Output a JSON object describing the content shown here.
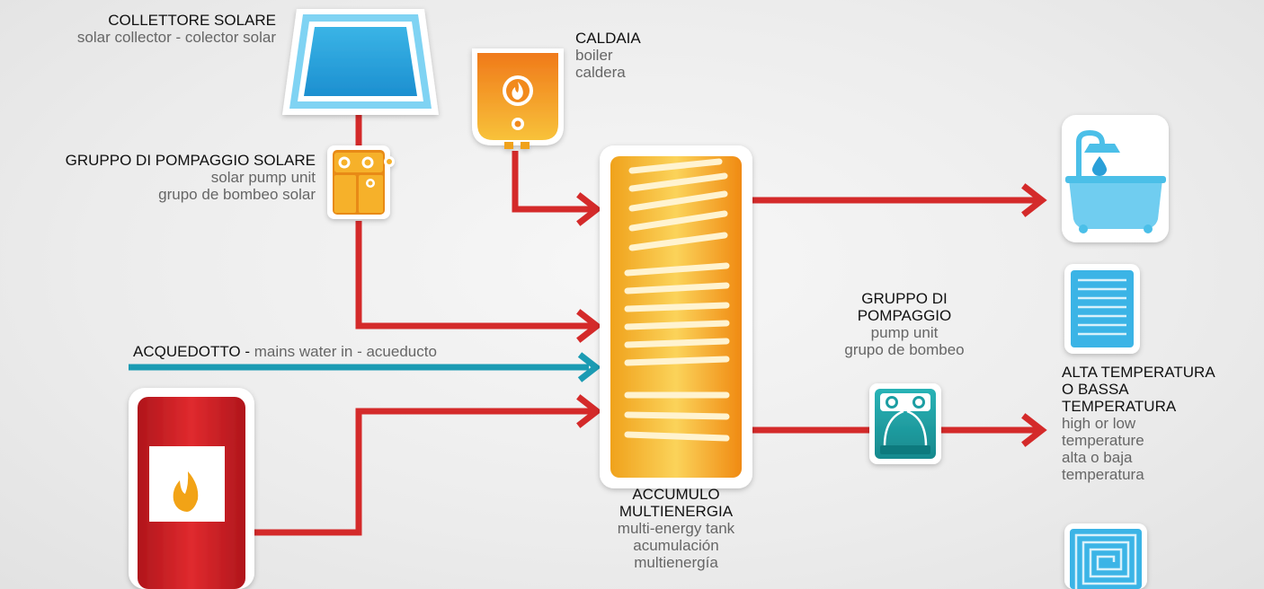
{
  "labels": {
    "solar_collector": {
      "title": "COLLETTORE SOLARE",
      "subtitle": "solar collector - colector solar"
    },
    "boiler": {
      "title": "CALDAIA",
      "sub1": "boiler",
      "sub2": "caldera"
    },
    "solar_pump": {
      "title": "GRUPPO DI POMPAGGIO SOLARE",
      "sub1": "solar pump unit",
      "sub2": "grupo de bombeo solar"
    },
    "mains": {
      "title": "ACQUEDOTTO -",
      "subtitle": "mains water in - acueducto"
    },
    "pump_unit": {
      "title1": "GRUPPO DI",
      "title2": "POMPAGGIO",
      "sub1": "pump unit",
      "sub2": "grupo de bombeo"
    },
    "temperature": {
      "title1": "ALTA TEMPERATURA",
      "title2": "O BASSA",
      "title3": "TEMPERATURA",
      "sub1": "high or low",
      "sub2": "temperature",
      "sub3": "alta o baja",
      "sub4": "temperatura"
    },
    "tank": {
      "title1": "ACCUMULO",
      "title2": "MULTIENERGIA",
      "sub1": "multi-energy tank",
      "sub2": "acumulación",
      "sub3": "multienergía"
    }
  },
  "colors": {
    "hot_pipe": "#d42a2a",
    "cold_pipe": "#1b9bb3",
    "solar_blue": "#3ab4e6",
    "orange": "#f09a1e",
    "tank_red": "#c41e24",
    "teal": "#1e9ea3"
  }
}
